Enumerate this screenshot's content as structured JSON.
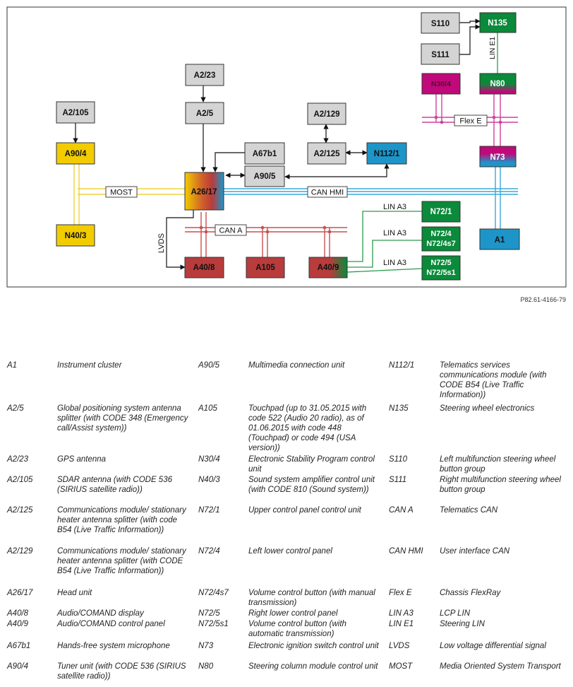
{
  "figure_id": "P82.61-4166-79",
  "components": {
    "S110": "S110",
    "S111": "S111",
    "N135": "N135",
    "N30_4": "N30/4",
    "N80": "N80",
    "N73": "N73",
    "A1": "A1",
    "A2_23": "A2/23",
    "A2_5": "A2/5",
    "A2_105": "A2/105",
    "A90_4": "A90/4",
    "N40_3": "N40/3",
    "A2_129": "A2/129",
    "A2_125": "A2/125",
    "N112_1": "N112/1",
    "A67b1": "A67b1",
    "A90_5": "A90/5",
    "A26_17": "A26/17",
    "A40_8": "A40/8",
    "A105": "A105",
    "A40_9": "A40/9",
    "N72_1": "N72/1",
    "N72_4": "N72/4",
    "N72_4s7": "N72/4s7",
    "N72_5": "N72/5",
    "N72_5s1": "N72/5s1"
  },
  "bus_labels": {
    "most": "MOST",
    "can_hmi": "CAN HMI",
    "can_a": "CAN A",
    "flex_e": "Flex E",
    "lvds": "LVDS",
    "lin_e1": "LIN E1",
    "lin_a3_1": "LIN A3",
    "lin_a3_2": "LIN A3",
    "lin_a3_3": "LIN A3"
  },
  "colors": {
    "gray_box": "#d4d4d4",
    "yellow": "#f2cc00",
    "green": "#0a8a3a",
    "magenta": "#c0097a",
    "blue": "#1e95c8",
    "red": "#b83c3c",
    "can_a_line": "#c85050",
    "can_hmi_line": "#3aa8d8",
    "most_line": "#f0d040",
    "lin_line": "#2a9a4a",
    "flex_line": "#d0409a"
  },
  "legend": [
    [
      {
        "code": "A1",
        "desc": "Instrument cluster"
      },
      {
        "code": "A90/5",
        "desc": "Multimedia connection unit"
      },
      {
        "code": "N112/1",
        "desc": "Telematics services communications module (with CODE B54 (Live Traffic Information))"
      }
    ],
    [
      {
        "code": "A2/5",
        "desc": "Global positioning system antenna splitter (with CODE 348 (Emergency call/Assist system))"
      },
      {
        "code": "A105",
        "desc": "Touchpad (up to 31.05.2015 with code 522 (Audio 20 radio), as of 01.06.2015 with code 448 (Touchpad) or code 494 (USA version))"
      },
      {
        "code": "N135",
        "desc": "Steering wheel electronics"
      }
    ],
    [
      {
        "code": "A2/23",
        "desc": "GPS antenna"
      },
      {
        "code": "N30/4",
        "desc": "Electronic Stability Program control unit"
      },
      {
        "code": "S110",
        "desc": "Left multifunction steering wheel button group"
      }
    ],
    [
      {
        "code": "A2/105",
        "desc": "SDAR antenna (with CODE 536 (SIRIUS satellite radio))"
      },
      {
        "code": "N40/3",
        "desc": "Sound system amplifier control unit (with CODE 810 (Sound system))"
      },
      {
        "code": "S111",
        "desc": "Right multifunction steering wheel button group"
      }
    ],
    [
      {
        "code": "A2/125",
        "desc": "Communications module/ stationary heater antenna splitter (with code B54 (Live Traffic Information))"
      },
      {
        "code": "N72/1",
        "desc": "Upper control panel control unit"
      },
      {
        "code": "CAN A",
        "desc": "Telematics CAN"
      }
    ],
    [
      {
        "code": "A2/129",
        "desc": "Communications module/ stationary heater antenna splitter (with CODE B54 (Live Traffic Information))"
      },
      {
        "code": "N72/4",
        "desc": "Left lower control panel"
      },
      {
        "code": "CAN HMI",
        "desc": "User interface CAN"
      }
    ],
    [
      {
        "code": "A26/17",
        "desc": "Head unit"
      },
      {
        "code": "N72/4s7",
        "desc": "Volume control button (with manual transmission)"
      },
      {
        "code": "Flex E",
        "desc": "Chassis FlexRay"
      }
    ],
    [
      {
        "code": "A40/8",
        "desc": "Audio/COMAND display"
      },
      {
        "code": "N72/5",
        "desc": "Right lower control panel"
      },
      {
        "code": "LIN A3",
        "desc": "LCP LIN"
      }
    ],
    [
      {
        "code": "A40/9",
        "desc": "Audio/COMAND control panel"
      },
      {
        "code": "N72/5s1",
        "desc": "Volume control button (with automatic transmission)"
      },
      {
        "code": "LIN E1",
        "desc": "Steering LIN"
      }
    ],
    [
      {
        "code": "A67b1",
        "desc": "Hands-free system microphone"
      },
      {
        "code": "N73",
        "desc": "Electronic ignition switch control unit"
      },
      {
        "code": "LVDS",
        "desc": "Low voltage differential signal"
      }
    ],
    [
      {
        "code": "A90/4",
        "desc": "Tuner unit (with CODE 536 (SIRIUS satellite radio))"
      },
      {
        "code": "N80",
        "desc": "Steering column module control unit"
      },
      {
        "code": "MOST",
        "desc": "Media Oriented System Transport"
      }
    ]
  ]
}
